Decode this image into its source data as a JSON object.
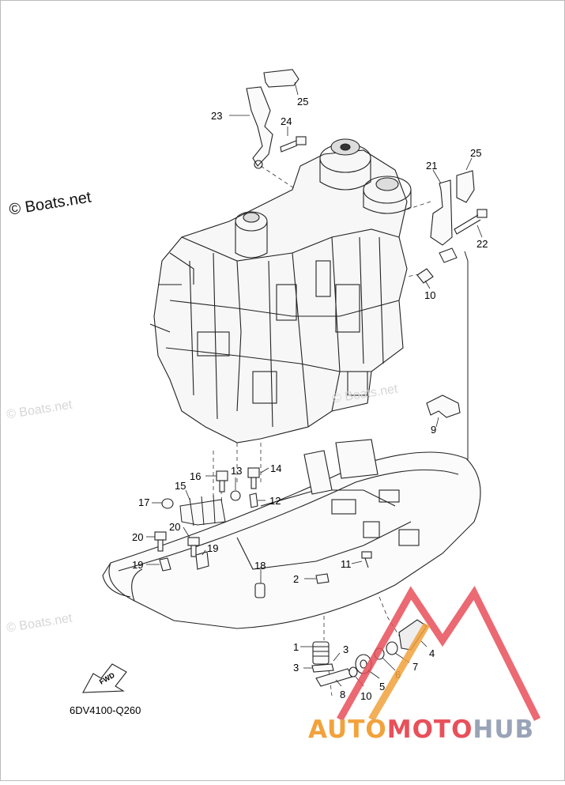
{
  "watermarks": {
    "main": "© Boats.net",
    "faint": "© Boats.net"
  },
  "diagram_code": "6DV4100-Q260",
  "fwd_label": "FWD",
  "brand": {
    "part1": "AUTO",
    "part2": "MOTO",
    "part3": "HUB"
  },
  "colors": {
    "line": "#222222",
    "faint": "#cfcfcf",
    "brand_orange": "#f2a23c",
    "brand_red": "#e8505a",
    "brand_gray": "#9aa4b8"
  },
  "callouts": [
    {
      "id": "c25a",
      "text": "25"
    },
    {
      "id": "c23",
      "text": "23"
    },
    {
      "id": "c24",
      "text": "24"
    },
    {
      "id": "c25b",
      "text": "25"
    },
    {
      "id": "c21",
      "text": "21"
    },
    {
      "id": "c22",
      "text": "22"
    },
    {
      "id": "c10a",
      "text": "10"
    },
    {
      "id": "c9",
      "text": "9"
    },
    {
      "id": "c13",
      "text": "13"
    },
    {
      "id": "c16",
      "text": "16"
    },
    {
      "id": "c14",
      "text": "14"
    },
    {
      "id": "c15",
      "text": "15"
    },
    {
      "id": "c17",
      "text": "17"
    },
    {
      "id": "c12",
      "text": "12"
    },
    {
      "id": "c20a",
      "text": "20"
    },
    {
      "id": "c19a",
      "text": "19"
    },
    {
      "id": "c20b",
      "text": "20"
    },
    {
      "id": "c19b",
      "text": "19"
    },
    {
      "id": "c18",
      "text": "18"
    },
    {
      "id": "c11",
      "text": "11"
    },
    {
      "id": "c2",
      "text": "2"
    },
    {
      "id": "c1",
      "text": "1"
    },
    {
      "id": "c3a",
      "text": "3"
    },
    {
      "id": "c3b",
      "text": "3"
    },
    {
      "id": "c4",
      "text": "4"
    },
    {
      "id": "c7",
      "text": "7"
    },
    {
      "id": "c6",
      "text": "6"
    },
    {
      "id": "c5",
      "text": "5"
    },
    {
      "id": "c10b",
      "text": "10"
    },
    {
      "id": "c8",
      "text": "8"
    }
  ]
}
